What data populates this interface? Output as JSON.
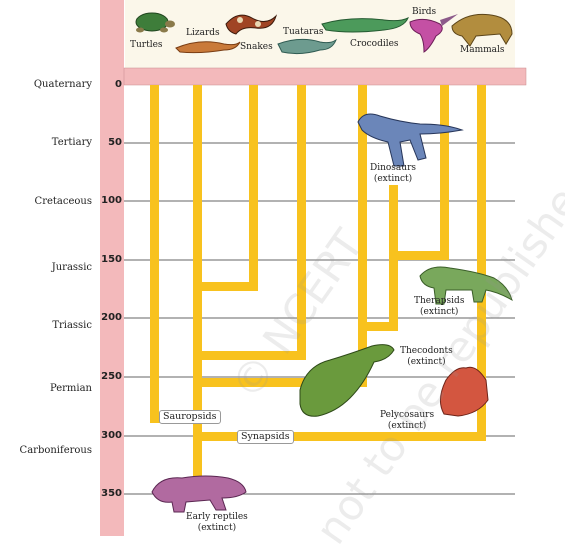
{
  "periods": [
    "Quaternary",
    "Tertiary",
    "Cretaceous",
    "Jurassic",
    "Triassic",
    "Permian",
    "Carboniferous"
  ],
  "ticks": [
    "0",
    "50",
    "100",
    "150",
    "200",
    "250",
    "300",
    "350"
  ],
  "groups": {
    "turtles": "Turtles",
    "lizards": "Lizards",
    "snakes": "Snakes",
    "tuataras": "Tuataras",
    "crocodiles": "Crocodiles",
    "birds": "Birds",
    "mammals": "Mammals"
  },
  "labels": {
    "dinosaurs": "Dinosaurs",
    "dinosaurs_status": "(extinct)",
    "therapsids": "Therapsids",
    "therapsids_status": "(extinct)",
    "thecodonts": "Thecodonts",
    "thecodonts_status": "(extinct)",
    "pelycosaurs": "Pelycosaurs",
    "pelycosaurs_status": "(extinct)",
    "early_reptiles": "Early reptiles",
    "early_reptiles_status": "(extinct)",
    "sauropsids": "Sauropsids",
    "synapsids": "Synapsids"
  },
  "watermark": [
    "© NCERT",
    "not to be republished"
  ],
  "colors": {
    "timebar": "#f4b9bc",
    "branch_top": "#fdf2c0",
    "branch_bottom": "#f9c22a"
  }
}
